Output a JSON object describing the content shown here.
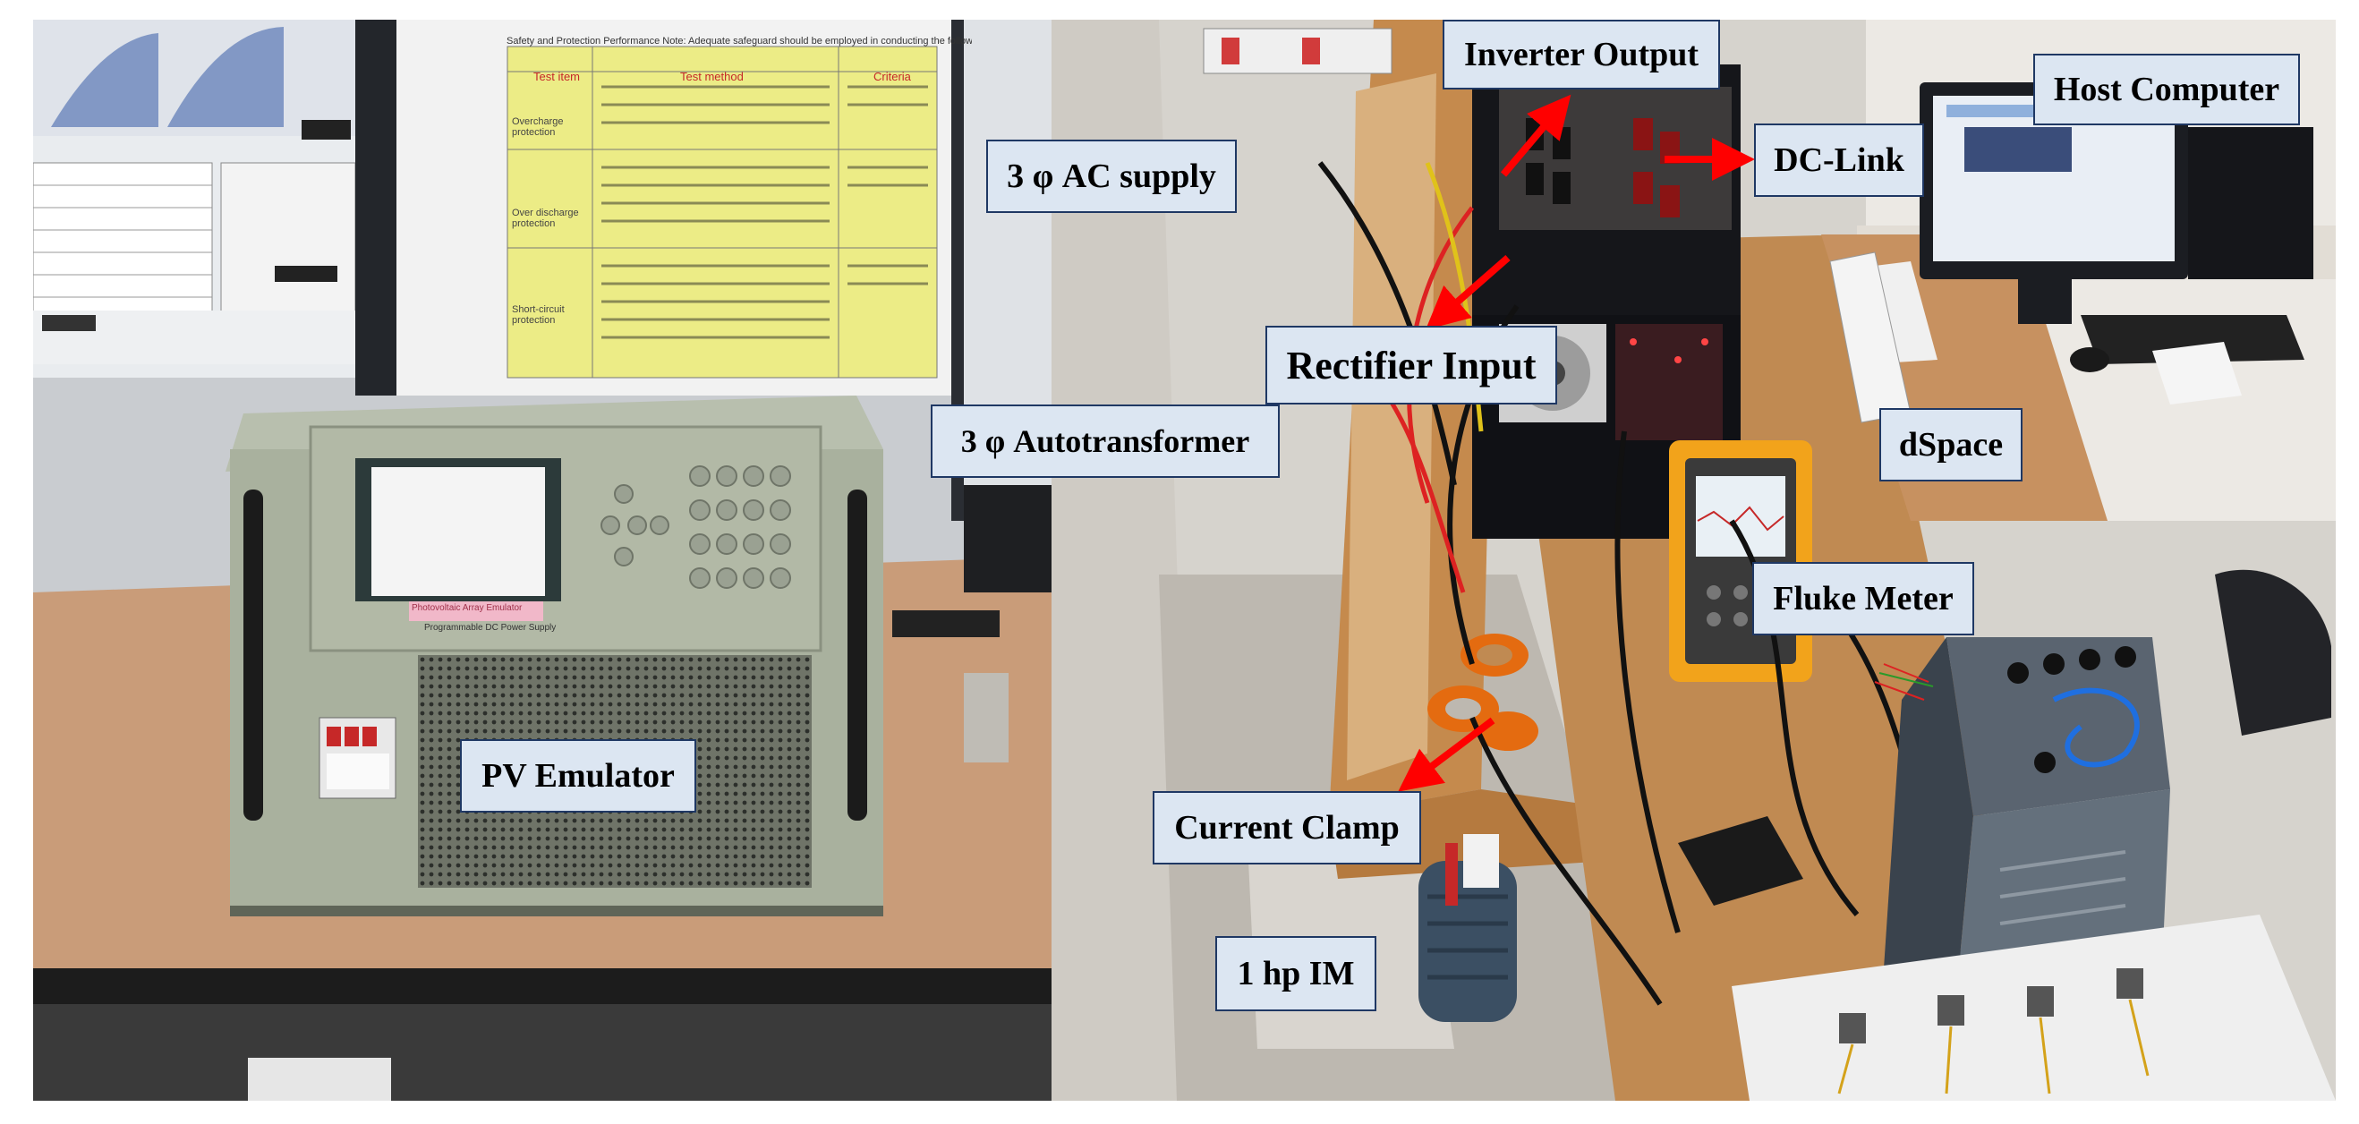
{
  "labels": {
    "pv_emulator": "PV Emulator",
    "inverter_output": "Inverter Output",
    "host_computer": "Host Computer",
    "ac_supply": "3 φ AC supply",
    "dc_link": "DC-Link",
    "rectifier_input": "Rectifier Input",
    "autotransformer": "3 φ Autotransformer",
    "dspace": "dSpace",
    "fluke_meter": "Fluke Meter",
    "current_clamp": "Current Clamp",
    "induction_motor": "1 hp IM"
  },
  "poster": {
    "heading": "Safety and Protection Performance Note: Adequate safeguard should be employed in conducting the following tests",
    "col_item": "Test item",
    "col_method": "Test method",
    "col_criteria": "Criteria",
    "row1": "Overcharge protection",
    "row2": "Over discharge protection",
    "row3": "Short-circuit protection"
  },
  "device": {
    "sticker": "Photovoltaic Array Emulator",
    "model_text": "Programmable DC Power Supply"
  },
  "colors": {
    "callout_fill": "#dce6f2",
    "callout_border": "#1f3864",
    "arrow": "#ff0000"
  }
}
